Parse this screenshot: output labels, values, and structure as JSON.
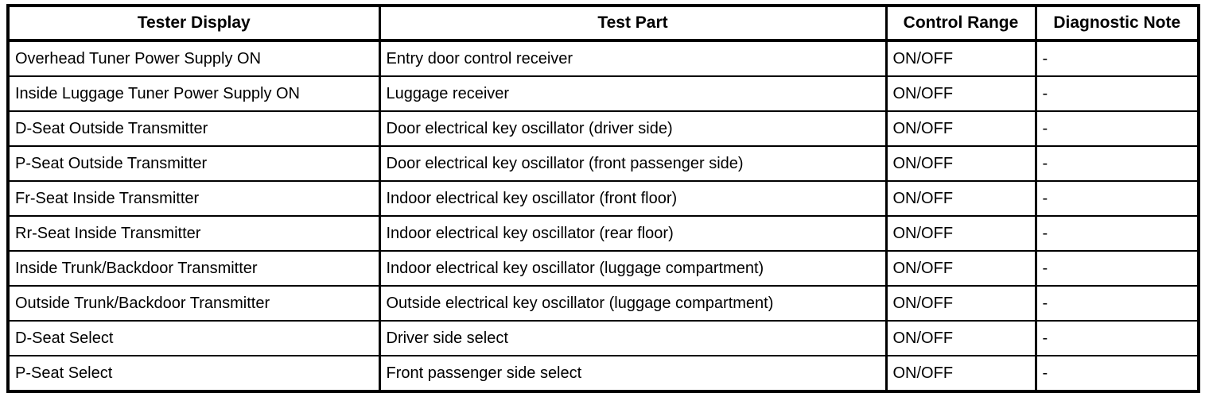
{
  "table": {
    "columns": [
      {
        "key": "tester_display",
        "label": "Tester Display"
      },
      {
        "key": "test_part",
        "label": "Test Part"
      },
      {
        "key": "control_range",
        "label": "Control Range"
      },
      {
        "key": "diagnostic_note",
        "label": "Diagnostic Note"
      }
    ],
    "rows": [
      {
        "tester_display": "Overhead Tuner Power Supply ON",
        "test_part": "Entry door control receiver",
        "control_range": "ON/OFF",
        "diagnostic_note": "-"
      },
      {
        "tester_display": "Inside Luggage Tuner Power Supply ON",
        "test_part": "Luggage receiver",
        "control_range": "ON/OFF",
        "diagnostic_note": "-"
      },
      {
        "tester_display": "D-Seat Outside Transmitter",
        "test_part": "Door electrical key oscillator (driver side)",
        "control_range": "ON/OFF",
        "diagnostic_note": "-"
      },
      {
        "tester_display": "P-Seat Outside Transmitter",
        "test_part": "Door electrical key oscillator (front passenger side)",
        "control_range": "ON/OFF",
        "diagnostic_note": "-"
      },
      {
        "tester_display": "Fr-Seat Inside Transmitter",
        "test_part": "Indoor electrical key oscillator (front floor)",
        "control_range": "ON/OFF",
        "diagnostic_note": "-"
      },
      {
        "tester_display": "Rr-Seat Inside Transmitter",
        "test_part": "Indoor electrical key oscillator (rear floor)",
        "control_range": "ON/OFF",
        "diagnostic_note": "-"
      },
      {
        "tester_display": "Inside Trunk/Backdoor Transmitter",
        "test_part": "Indoor electrical key oscillator (luggage compartment)",
        "control_range": "ON/OFF",
        "diagnostic_note": "-"
      },
      {
        "tester_display": "Outside Trunk/Backdoor Transmitter",
        "test_part": "Outside electrical key oscillator (luggage compartment)",
        "control_range": "ON/OFF",
        "diagnostic_note": "-"
      },
      {
        "tester_display": "D-Seat Select",
        "test_part": "Driver side select",
        "control_range": "ON/OFF",
        "diagnostic_note": "-"
      },
      {
        "tester_display": "P-Seat Select",
        "test_part": "Front passenger side select",
        "control_range": "ON/OFF",
        "diagnostic_note": "-"
      }
    ]
  }
}
